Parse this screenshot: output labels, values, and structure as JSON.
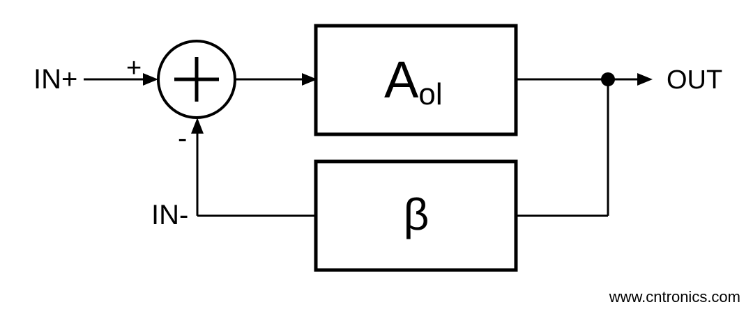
{
  "page": {
    "background": "#ffffff"
  },
  "diagram": {
    "type": "block-diagram",
    "description": "Negative feedback amplifier loop",
    "labels": {
      "in_plus": "IN+",
      "in_minus": "IN-",
      "out": "OUT",
      "sum_plus": "+",
      "sum_minus": "-",
      "gain_main": "A",
      "gain_sub": "ol",
      "feedback": "β"
    },
    "colors": {
      "stroke": "#000000",
      "watermark": "#b8e0aa",
      "background": "#ffffff"
    },
    "watermark": "www.cntronics.com"
  }
}
